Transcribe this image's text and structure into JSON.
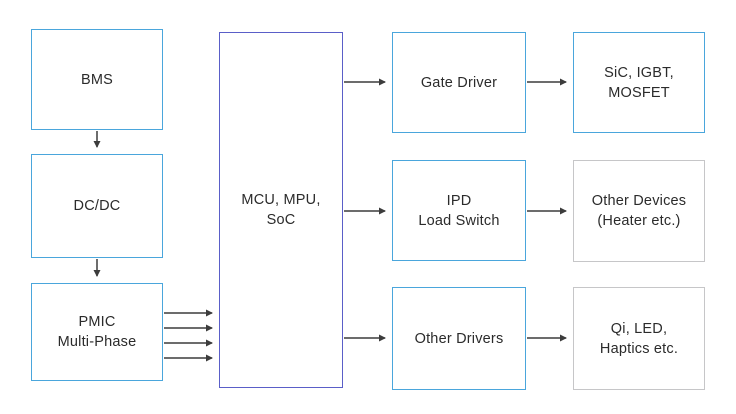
{
  "colors": {
    "box_blue_border": "#4aa6dc",
    "box_purple_border": "#5a5ec8",
    "box_gray_border": "#c6c6c8",
    "arrow": "#3c3c3c",
    "text": "#2b2b2b",
    "background": "#ffffff"
  },
  "diagram": {
    "nodes": {
      "bms": {
        "label": "BMS"
      },
      "dcdc": {
        "label": "DC/DC"
      },
      "pmic": {
        "line1": "PMIC",
        "line2": "Multi-Phase"
      },
      "mcu": {
        "line1": "MCU, MPU,",
        "line2": "SoC"
      },
      "gate_driver": {
        "label": "Gate Driver"
      },
      "ipd": {
        "line1": "IPD",
        "line2": "Load Switch"
      },
      "other_drivers": {
        "label": "Other Drivers"
      },
      "sic": {
        "line1": "SiC, IGBT,",
        "line2": "MOSFET"
      },
      "other_devices": {
        "line1": "Other Devices",
        "line2": "(Heater etc.)"
      },
      "qi": {
        "line1": "Qi, LED,",
        "line2": "Haptics etc."
      }
    },
    "connections": [
      {
        "from": "bms",
        "to": "dcdc",
        "count": 1
      },
      {
        "from": "dcdc",
        "to": "pmic",
        "count": 1
      },
      {
        "from": "pmic",
        "to": "mcu",
        "count": 4
      },
      {
        "from": "mcu",
        "to": "gate_driver",
        "count": 1
      },
      {
        "from": "mcu",
        "to": "ipd",
        "count": 1
      },
      {
        "from": "mcu",
        "to": "other_drivers",
        "count": 1
      },
      {
        "from": "gate_driver",
        "to": "sic",
        "count": 1
      },
      {
        "from": "ipd",
        "to": "other_devices",
        "count": 1
      },
      {
        "from": "other_drivers",
        "to": "qi",
        "count": 1
      }
    ]
  }
}
